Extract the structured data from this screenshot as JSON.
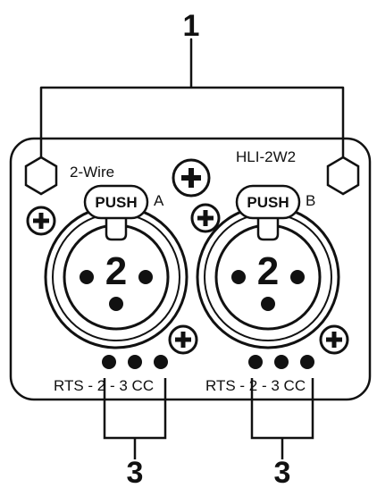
{
  "callouts": {
    "top": "1",
    "bottom_left": "3",
    "bottom_right": "3"
  },
  "panel": {
    "model": "HLI-2W2",
    "mode": "2-Wire"
  },
  "connectors": [
    {
      "channel": "A",
      "push_label": "PUSH",
      "pin_label": "2",
      "pinout": "RTS - 2 - 3 CC"
    },
    {
      "channel": "B",
      "push_label": "PUSH",
      "pin_label": "2",
      "pinout": "RTS - 2 - 3 CC"
    }
  ],
  "colors": {
    "ink": "#111111",
    "background": "#ffffff"
  },
  "icons": [
    "hex-nut-icon",
    "screw-cross-icon",
    "xlr-connector-icon",
    "indicator-dot-icon"
  ]
}
